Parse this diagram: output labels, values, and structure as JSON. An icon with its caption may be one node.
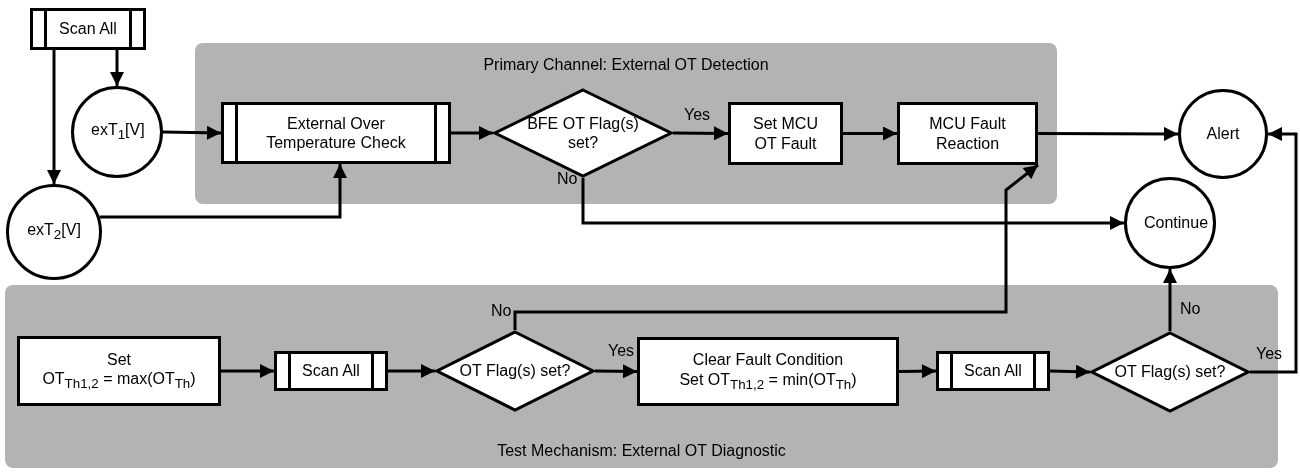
{
  "diagram": {
    "nodes": [
      {
        "text": [
          "Scan All"
        ]
      },
      {
        "text": [
          "exT$_{1}$[V]"
        ]
      },
      {
        "text": [
          "exT$_{2}$[V]"
        ]
      },
      {
        "text": [
          "Primary Channel: External OT Detection"
        ]
      },
      {
        "text": [
          "External Over Temperature Check"
        ],
        "in": 3
      },
      {
        "text": [
          "BFE OT Flag(s) set?"
        ],
        "in": 3
      },
      {
        "text": [
          "Set MCU OT Fault"
        ],
        "in": 3
      },
      {
        "text": [
          "MCU Fault Reaction"
        ],
        "in": 3
      },
      {
        "text": [
          "Alert"
        ]
      },
      {
        "text": [
          "Continue"
        ]
      },
      {
        "text": [
          "Test Mechanism: External OT Diagnostic"
        ]
      },
      {
        "text": [
          "Set",
          "OT$_{Th1,2}$ = max(OT$_{Th}$)"
        ],
        "in": 10
      },
      {
        "text": [
          "Scan All"
        ],
        "in": 10
      },
      {
        "text": [
          "OT Flag(s) set?"
        ],
        "in": 10
      },
      {
        "text": [
          "Clear Fault Condition",
          "Set OT$_{Th1,2}$ = min(OT$_{Th}$)"
        ],
        "in": 10
      },
      {
        "text": [
          "Scan All"
        ],
        "in": 10
      },
      {
        "text": [
          "OT Flag(s) set?"
        ],
        "in": 10
      }
    ],
    "edges": [
      {
        "from": 0,
        "to": 1,
        "arrow": "to"
      },
      {
        "from": 0,
        "to": 2,
        "arrow": "to"
      },
      {
        "from": 1,
        "to": 4,
        "arrow": "to"
      },
      {
        "from": 2,
        "to": 4,
        "arrow": "to"
      },
      {
        "from": 4,
        "to": 5,
        "arrow": "to"
      },
      {
        "from": 5,
        "to": 6,
        "arrow": "to",
        "label": "Yes"
      },
      {
        "from": 6,
        "to": 7,
        "arrow": "to"
      },
      {
        "from": 7,
        "to": 8,
        "arrow": "to"
      },
      {
        "from": 5,
        "to": 9,
        "arrow": "to",
        "label": "No"
      },
      {
        "from": 11,
        "to": 12,
        "arrow": "to"
      },
      {
        "from": 12,
        "to": 13,
        "arrow": "to"
      },
      {
        "from": 13,
        "to": 7,
        "arrow": "to",
        "label": "No"
      },
      {
        "from": 13,
        "to": 14,
        "arrow": "to",
        "label": "Yes"
      },
      {
        "from": 14,
        "to": 15,
        "arrow": "to"
      },
      {
        "from": 15,
        "to": 16,
        "arrow": "to"
      },
      {
        "from": 16,
        "to": 9,
        "arrow": "to",
        "label": "No"
      },
      {
        "from": 16,
        "to": 8,
        "arrow": "to",
        "label": "Yes"
      }
    ]
  }
}
